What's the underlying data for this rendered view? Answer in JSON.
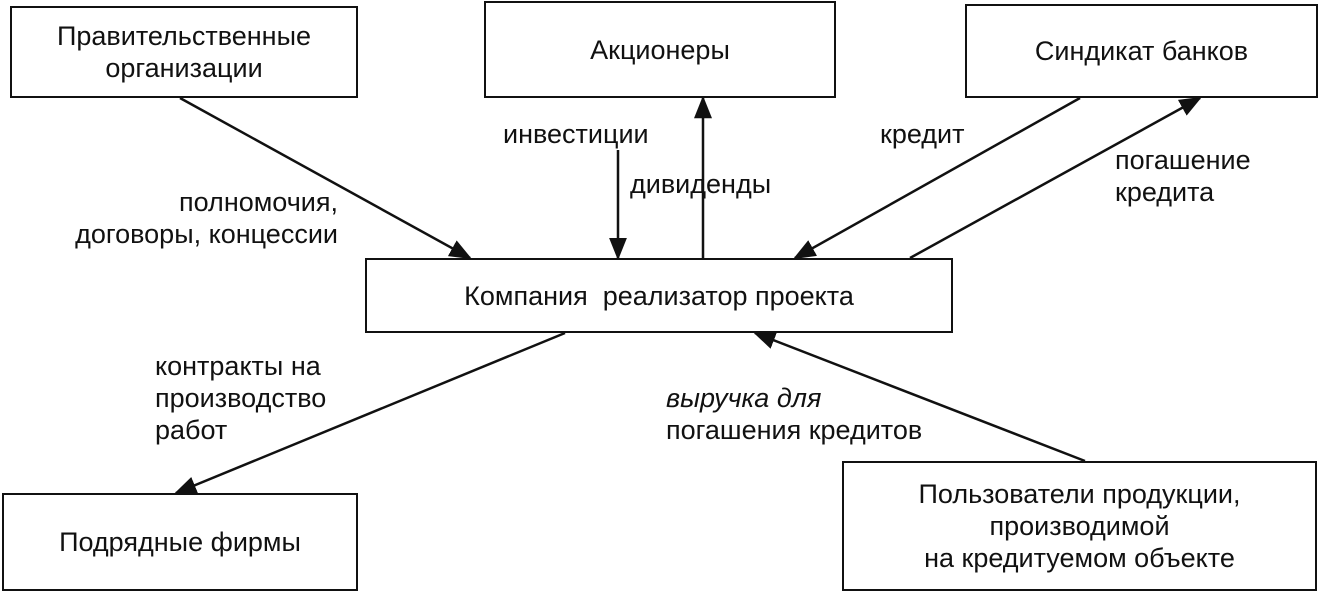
{
  "boxes": {
    "government": [
      "Правительственные",
      "организации"
    ],
    "shareholders": "Акционеры",
    "bank_syndicate": "Синдикат банков",
    "project_company": "Компания  реализатор проекта",
    "contractors": "Подрядные фирмы",
    "product_users": [
      "Пользователи продукции,",
      "производимой",
      "на кредитуемом объекте"
    ]
  },
  "flows": {
    "authority": [
      "полномочия,",
      "договоры, концессии"
    ],
    "investments": "инвестиции",
    "dividends": "дивиденды",
    "credit": "кредит",
    "loan_repayment": [
      "погашение",
      "кредита"
    ],
    "work_contracts": [
      "контракты на",
      "производство",
      "работ"
    ],
    "revenue": [
      "выручка для",
      "погашения кредитов"
    ]
  }
}
